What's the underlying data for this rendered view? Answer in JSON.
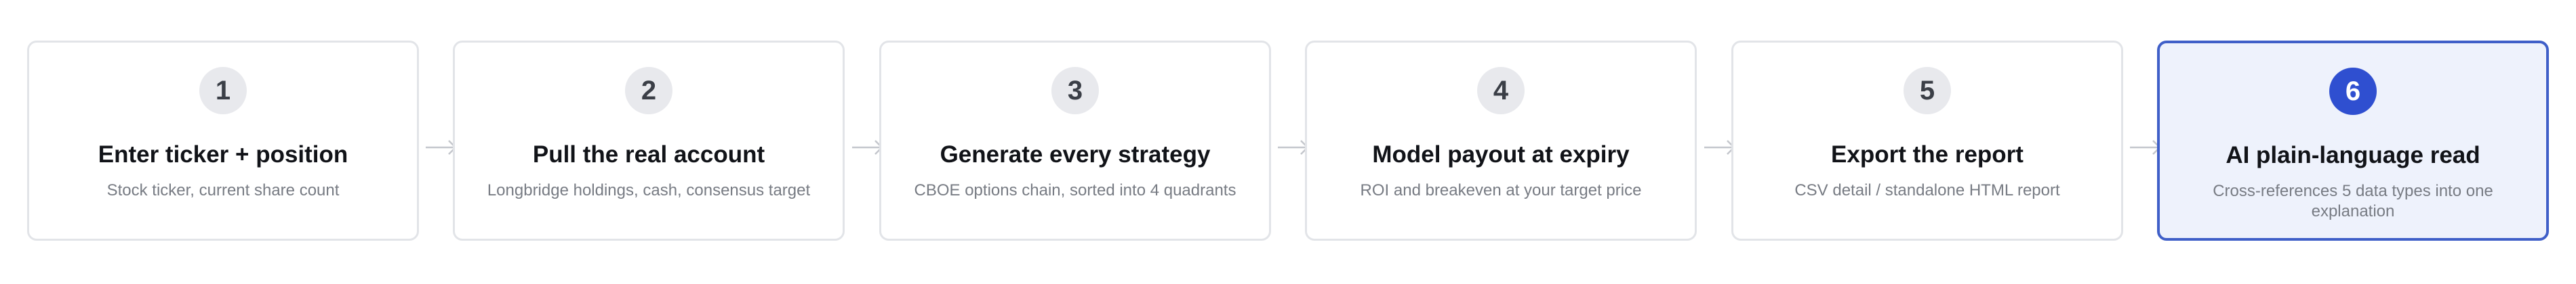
{
  "steps": [
    {
      "number": "1",
      "title": "Enter ticker + position",
      "description": "Stock ticker, current share count"
    },
    {
      "number": "2",
      "title": "Pull the real account",
      "description": "Longbridge holdings, cash, consensus target"
    },
    {
      "number": "3",
      "title": "Generate every strategy",
      "description": "CBOE options chain, sorted into 4 quadrants"
    },
    {
      "number": "4",
      "title": "Model payout at expiry",
      "description": "ROI and breakeven at your target price"
    },
    {
      "number": "5",
      "title": "Export the report",
      "description": "CSV detail / standalone HTML report"
    },
    {
      "number": "6",
      "title": "AI plain-language read",
      "description": "Cross-references 5 data types into one explanation",
      "active": true
    }
  ],
  "colors": {
    "card_border": "#e2e4e8",
    "active_border": "#3f5fc8",
    "active_fill": "#eef2fc",
    "active_number_fill": "#2f4fd0",
    "number_fill": "#e8e9ed",
    "arrow": "#c4c7cd"
  }
}
